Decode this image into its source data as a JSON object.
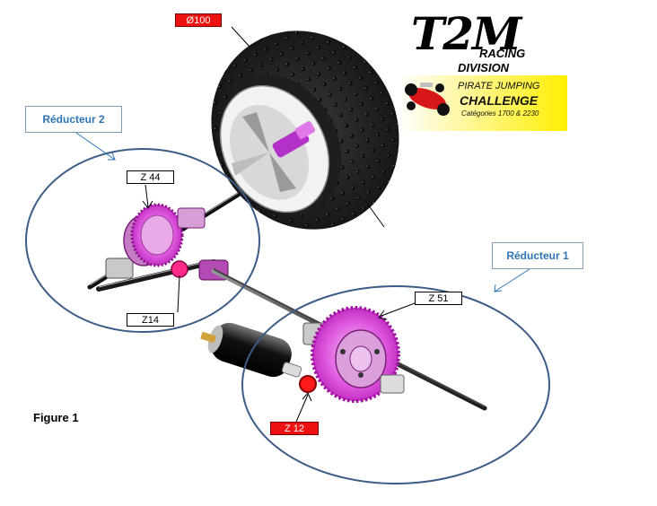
{
  "figure_label": "Figure 1",
  "callouts": {
    "reducteur_1": "Réducteur 1",
    "reducteur_2": "Réducteur 2"
  },
  "tags": {
    "wheel_diameter": "Ø100",
    "gear_z44": "Z 44",
    "gear_z14": "Z14",
    "gear_z51": "Z 51",
    "gear_z12": "Z 12"
  },
  "logo": {
    "brand": "T2M",
    "racing": "RACING",
    "division": "DIVISION",
    "event_line1": "PIRATE JUMPING",
    "event_line2": "CHALLENGE",
    "event_line3": "Catégories 1700 & 2230"
  },
  "colors": {
    "gear_magenta": "#d61dd6",
    "callout_ring": "#3b5c86",
    "red_tag": "#ee1111",
    "callout_text": "#2e75b6"
  }
}
